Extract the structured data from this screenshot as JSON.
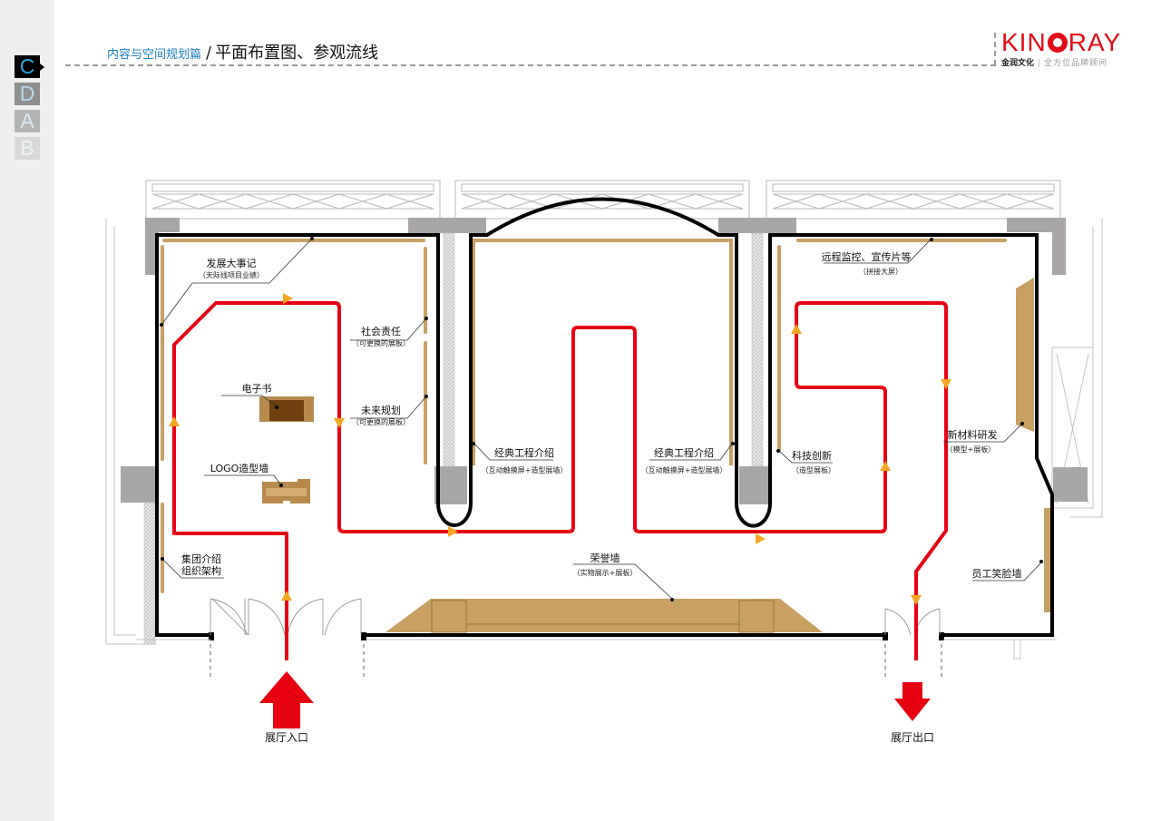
{
  "sidebar": {
    "tabs": [
      {
        "letter": "C",
        "active": true
      },
      {
        "letter": "D",
        "active": false
      },
      {
        "letter": "A",
        "active": false
      },
      {
        "letter": "B",
        "active": false
      }
    ]
  },
  "header": {
    "section": "内容与空间规划篇",
    "separator": "/",
    "title": "平面布置图、参观流线"
  },
  "logo": {
    "brand_left": "KIN",
    "brand_right": "RAY",
    "company": "金润文化",
    "separator": "|",
    "tagline": "全方位品牌顾问"
  },
  "colors": {
    "route": "#e60012",
    "direction_marker": "#f5a623",
    "display_panel": "#c8a063",
    "wall": "#000000",
    "column": "#a8a6a7",
    "accent_blue": "#1b7fc1"
  },
  "labels": {
    "timeline": {
      "title": "发展大事记",
      "sub": "（天际线项目业绩）"
    },
    "social": {
      "title": "社会责任",
      "sub": "（可更换的展板）"
    },
    "future": {
      "title": "未来规划",
      "sub": "（可更换的展板）"
    },
    "ebook": {
      "title": "电子书"
    },
    "logo_wall": {
      "title": "LOGO造型墙"
    },
    "classic1": {
      "title": "经典工程介绍",
      "sub": "（互动触摸屏+造型展墙）"
    },
    "classic2": {
      "title": "经典工程介绍",
      "sub": "（互动触摸屏+造型展墙）"
    },
    "remote": {
      "title": "远程监控、宣传片等",
      "sub": "（拼接大屏）"
    },
    "tech": {
      "title": "科技创新",
      "sub": "（造型展板）"
    },
    "material": {
      "title": "新材料研发",
      "sub": "（模型+展板）"
    },
    "group_line1": {
      "title": "集团介绍"
    },
    "group_line2": {
      "title": "组织架构"
    },
    "honor": {
      "title": "荣誉墙",
      "sub": "（实物展示+展板）"
    },
    "staff": {
      "title": "员工笑脸墙"
    }
  },
  "entrance": {
    "label": "展厅入口",
    "icon": "arrow-up-icon"
  },
  "exit": {
    "label": "展厅出口",
    "icon": "arrow-down-icon"
  }
}
